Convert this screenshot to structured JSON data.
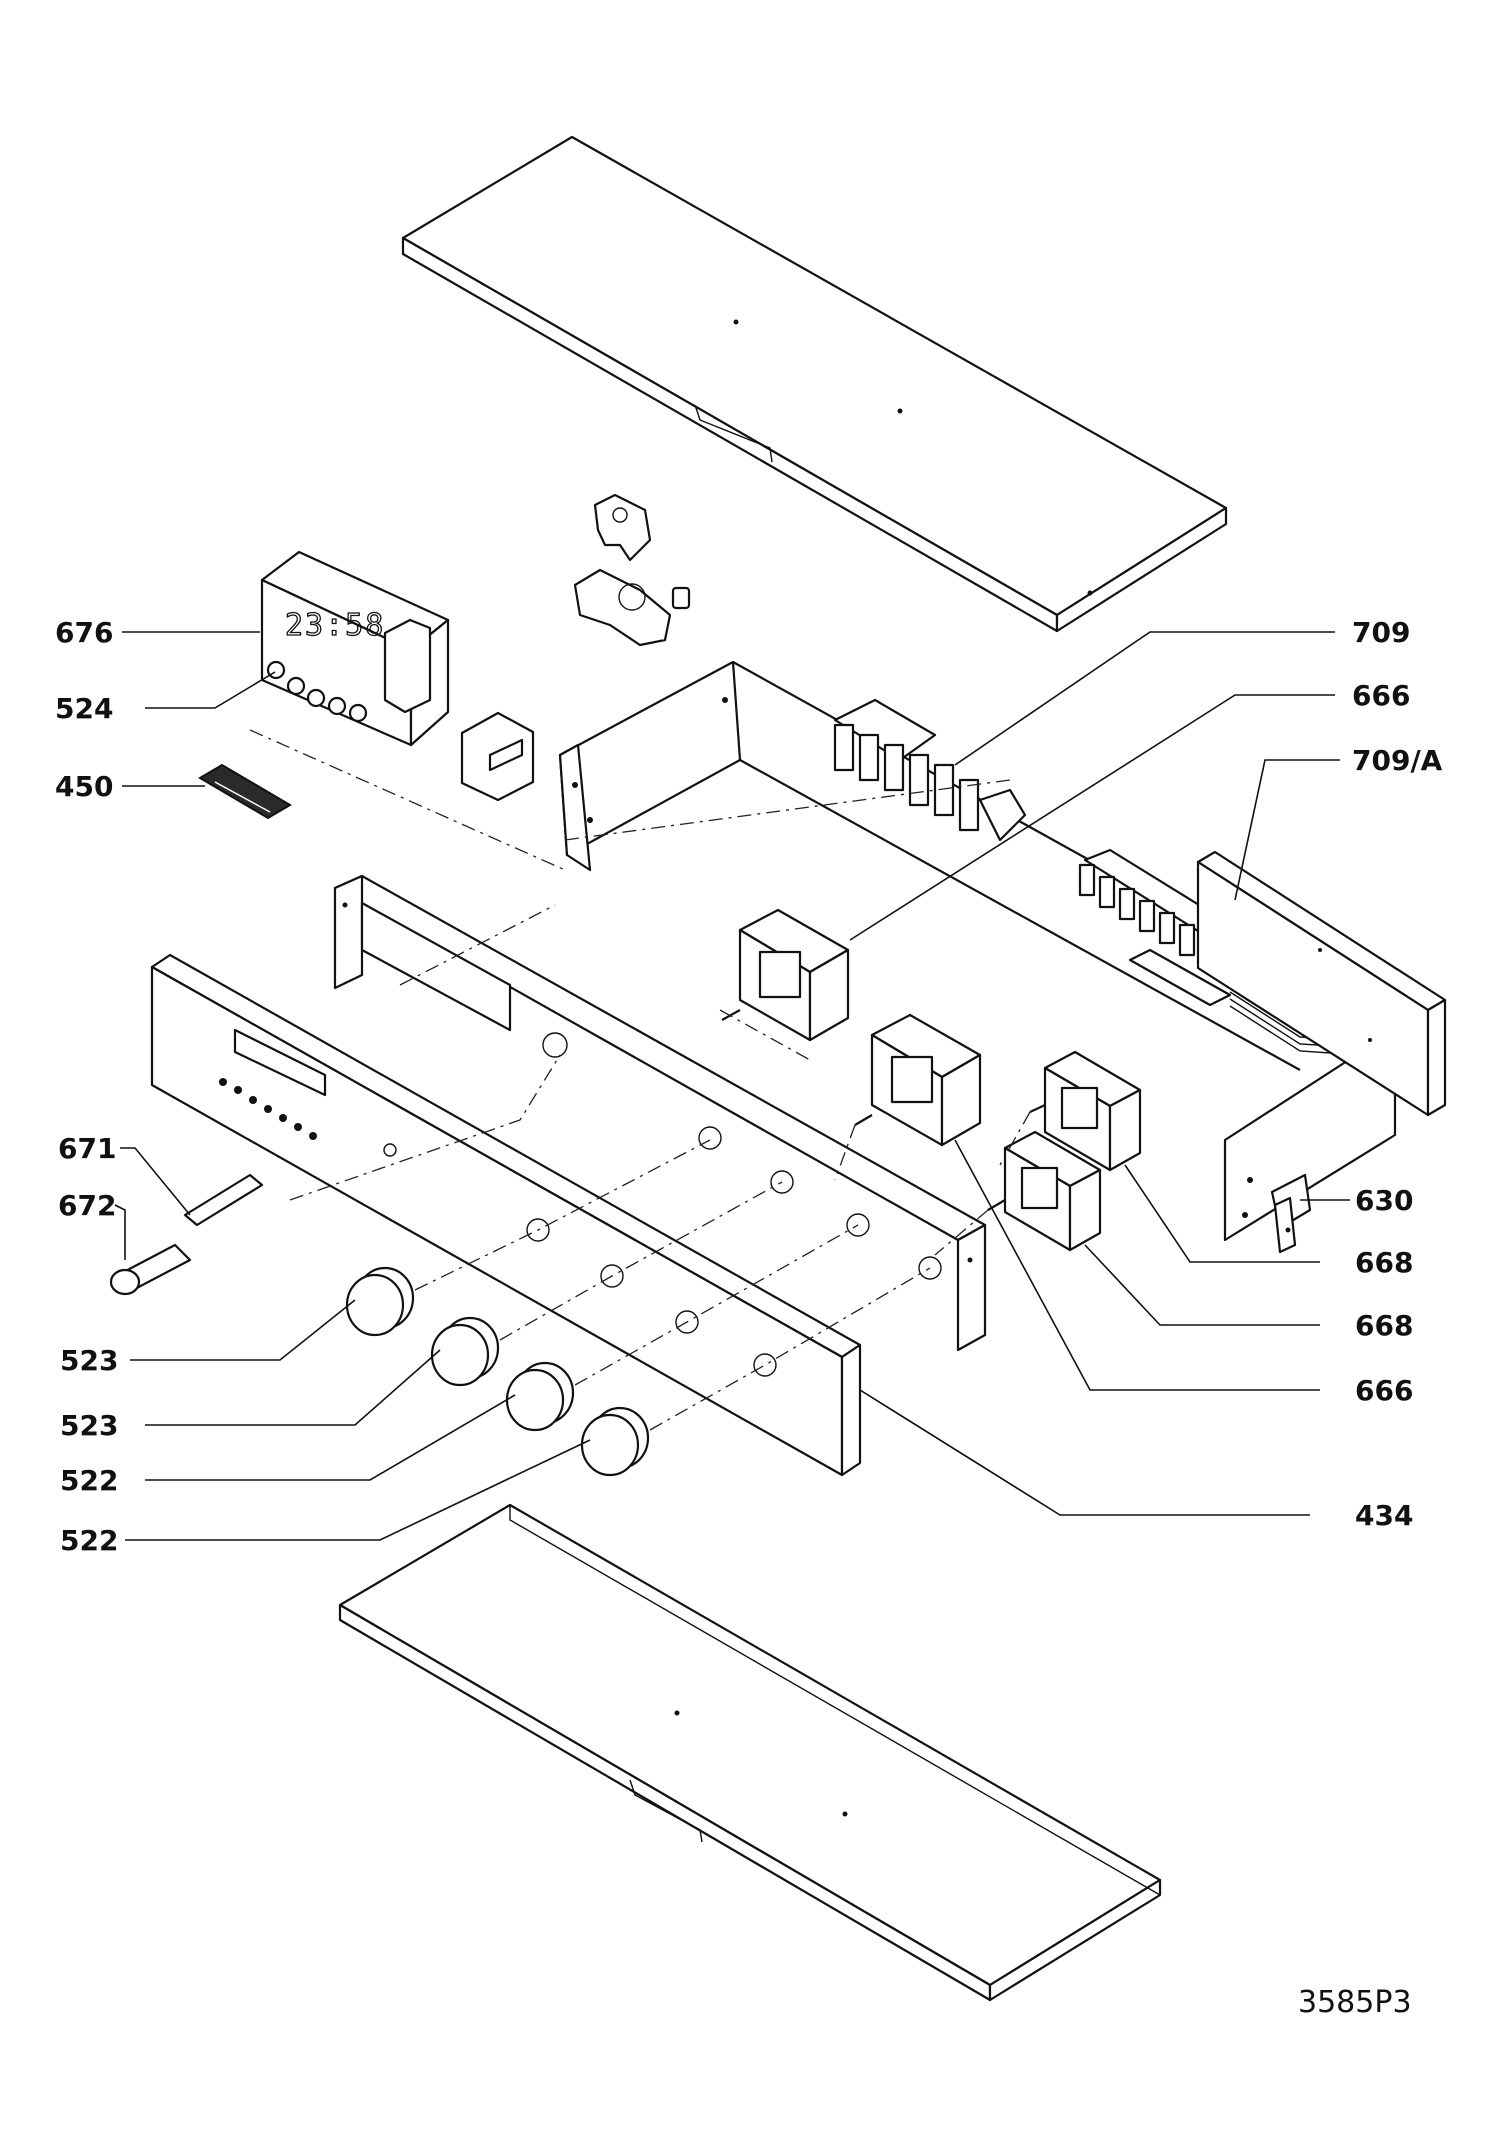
{
  "figure_id": "3585P3",
  "clock_display": "23:58",
  "callouts": {
    "c676": "676",
    "c524": "524",
    "c450": "450",
    "c671": "671",
    "c672": "672",
    "c523a": "523",
    "c523b": "523",
    "c522a": "522",
    "c522b": "522",
    "c709": "709",
    "c666a": "666",
    "c709a": "709/A",
    "c630": "630",
    "c668a": "668",
    "c668b": "668",
    "c666b": "666",
    "c434": "434"
  }
}
